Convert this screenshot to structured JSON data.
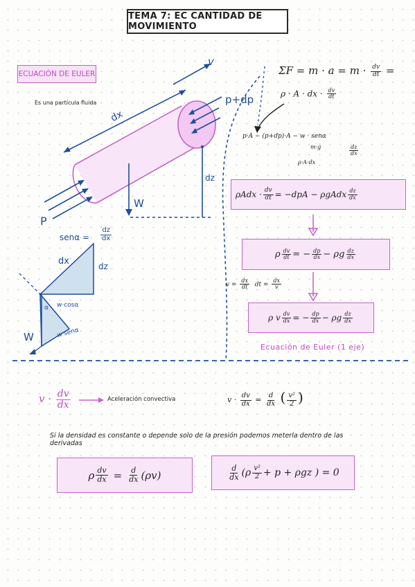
{
  "title": "TEMA 7: EC CANTIDAD DE MOVIMIENTO",
  "section_tag": "ECUACIÓN DE EULER",
  "particle_note": "Es una partícula fluida",
  "diagram_labels": {
    "v": "v",
    "p_dp": "p+dp",
    "dx": "dx",
    "dz": "dz",
    "p": "P",
    "w": "W"
  },
  "triangle": {
    "sen_alpha": "senα =",
    "dz_over": "dz",
    "dx_under": "dx",
    "hyp": "dx",
    "side": "dz",
    "alpha": "α",
    "w_cos": "w·cosα",
    "w_sen": "w·senα",
    "w": "W"
  },
  "equations": {
    "sumF": "ΣF = m · a = m ·",
    "sumF_tail": "=",
    "rho_a_dx": "ρ · A · dx ·",
    "force_line": "p·A − (p+dp)·A − w · senα",
    "mg": "m·g",
    "rho_a_dx2": "ρ·A·dx",
    "dz": "dz",
    "dx": "dx",
    "box1_left": "ρAdx ·",
    "box1_right": "= −dpA − ρgAdx",
    "box2_left": "ρ",
    "box2_mid": "= −",
    "box2_right": "− ρg",
    "v_def": "v =",
    "dt_def": "dt =",
    "box3_left": "ρ v",
    "box3_mid": "= −",
    "box3_right": "− ρg",
    "du": "dv",
    "dt": "dt",
    "dp": "dp",
    "dx_small": "dx",
    "v_small": "v"
  },
  "euler_caption": "Ecuación de Euler (1 eje)",
  "convective": {
    "lhs": "v ·",
    "num": "dv",
    "den": "dx",
    "label": "Aceleración convectiva",
    "rhs_v": "v ·",
    "eq": "=",
    "d": "d",
    "v2": "v²",
    "two": "2"
  },
  "sentence": "Si la densidad es constante o depende solo de la presión podemos meterla dentro de las derivadas",
  "box_left": {
    "rho": "ρ",
    "num": "dv",
    "den": "dx",
    "eq": "=",
    "d": "d",
    "rest": "(ρv)"
  },
  "box_right": {
    "d": "d",
    "den": "dx",
    "open": "(ρ",
    "v2": "v²",
    "two": "2",
    "rest": "+ p + ρgz ) = 0"
  },
  "colors": {
    "blue": "#1d4e9a",
    "pink": "#c561c9",
    "pink_fill": "#f8e6f8",
    "tri_fill": "#cfe0ef"
  }
}
